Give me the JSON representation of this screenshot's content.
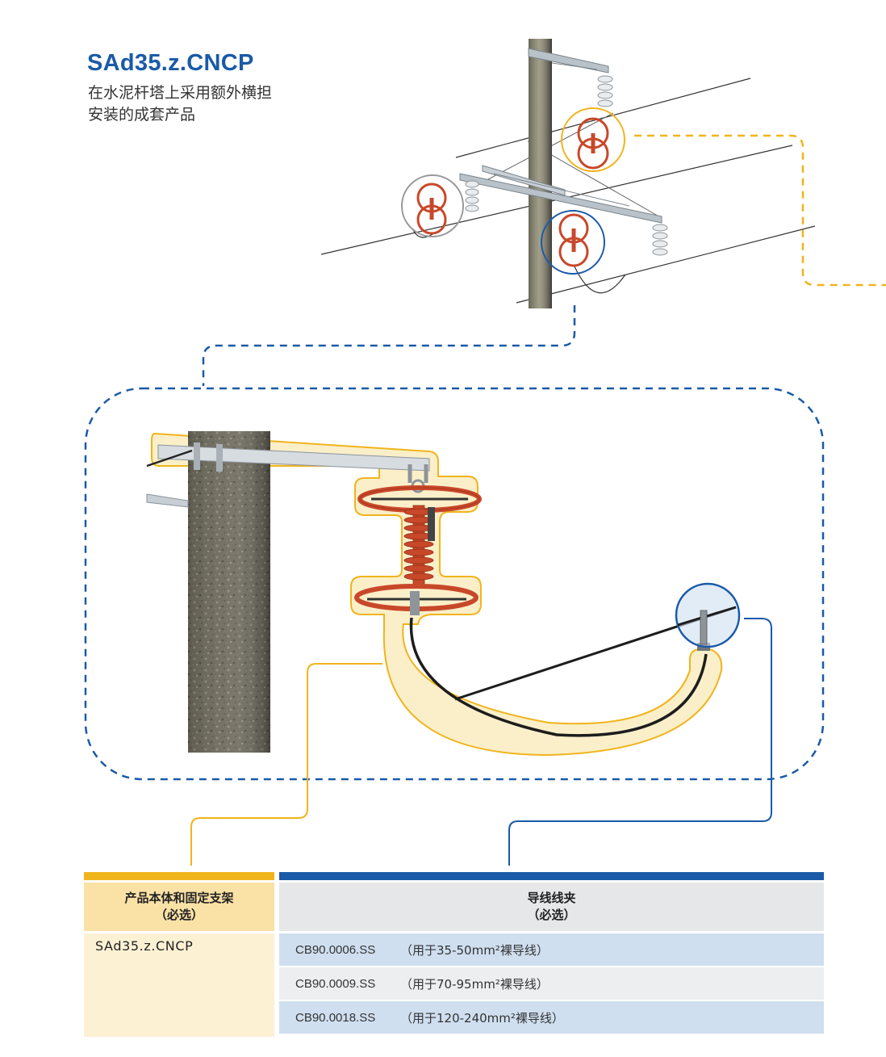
{
  "title": "SAd35.z.CNCP",
  "subtitle_line1": "在水泥杆塔上采用额外横担",
  "subtitle_line2": "安装的成套产品",
  "table": {
    "left_header_line1": "产品本体和固定支架",
    "left_header_line2": "（必选）",
    "right_header_line1": "导线线夹",
    "right_header_line2": "（必选）",
    "product_code": "SAd35.z.CNCP",
    "clamp_rows": [
      {
        "code": "CB90.0006.SS",
        "desc": "（用于35-50mm²裸导线）"
      },
      {
        "code": "CB90.0009.SS",
        "desc": "（用于70-95mm²裸导线）"
      },
      {
        "code": "CB90.0018.SS",
        "desc": "（用于120-240mm²裸导线）"
      }
    ]
  },
  "colors": {
    "brand_blue": "#1a5aa8",
    "accent_yellow": "#f0b41c",
    "insulator_red": "#c8482a",
    "highlight_fill": "#fbefc9"
  },
  "icons": [
    "concrete-pole-icon",
    "insulator-icon",
    "crossarm-icon",
    "conductor-clamp-icon"
  ]
}
